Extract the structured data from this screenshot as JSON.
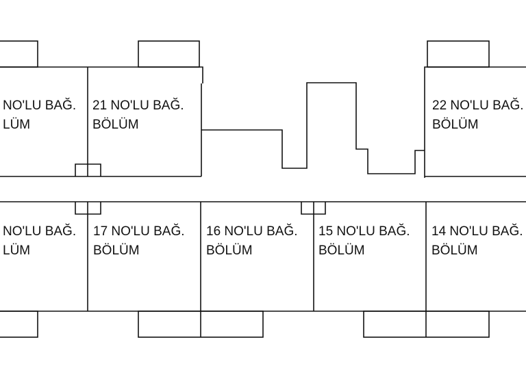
{
  "units": {
    "u_partial_top": {
      "line1": "NO'LU BAĞ.",
      "line2": "LÜM"
    },
    "u21": {
      "line1": "21 NO'LU BAĞ.",
      "line2": "BÖLÜM"
    },
    "u22": {
      "line1": "22 NO'LU BAĞ.",
      "line2": "BÖLÜM"
    },
    "u_partial_bottom": {
      "line1": "NO'LU BAĞ.",
      "line2": "LÜM"
    },
    "u17": {
      "line1": "17 NO'LU BAĞ.",
      "line2": "BÖLÜM"
    },
    "u16": {
      "line1": "16 NO'LU BAĞ.",
      "line2": "BÖLÜM"
    },
    "u15": {
      "line1": "15 NO'LU BAĞ.",
      "line2": "BÖLÜM"
    },
    "u14": {
      "line1": "14 NO'LU BAĞ.",
      "line2": "BÖLÜM"
    }
  },
  "colors": {
    "line": "#111111",
    "background": "#ffffff"
  }
}
